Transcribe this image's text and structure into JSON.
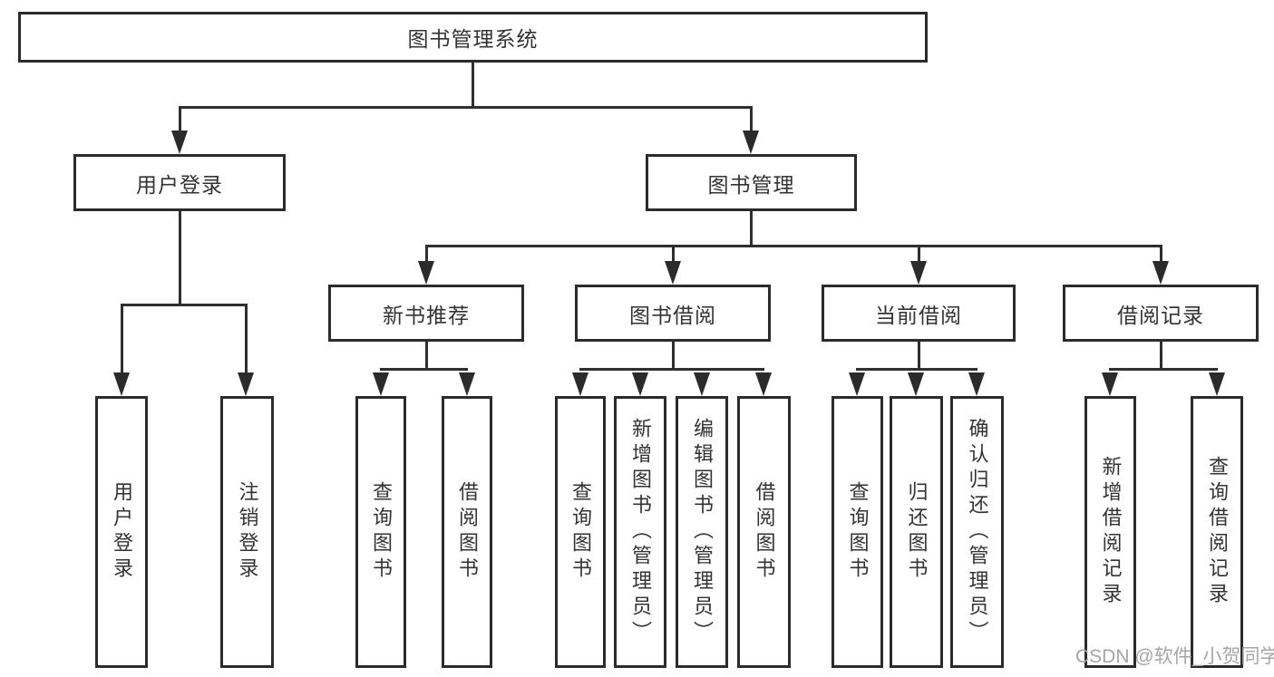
{
  "diagram": {
    "nodes": {
      "root": {
        "label": "图书管理系统"
      },
      "user_login": {
        "label": "用户登录"
      },
      "book_mgmt": {
        "label": "图书管理"
      },
      "new_book_rec": {
        "label": "新书推荐"
      },
      "book_borrow": {
        "label": "图书借阅"
      },
      "current_borrow": {
        "label": "当前借阅"
      },
      "borrow_record": {
        "label": "借阅记录"
      },
      "leaves": {
        "user_login": {
          "label": "用户登录"
        },
        "logout": {
          "label": "注销登录"
        },
        "rec_query_book": {
          "label": "查询图书"
        },
        "rec_borrow_book": {
          "label": "借阅图书"
        },
        "bb_query_book": {
          "label": "查询图书"
        },
        "bb_add_book_admin": {
          "label": "新增图书（管理员）"
        },
        "bb_edit_book_admin": {
          "label": "编辑图书（管理员）"
        },
        "bb_borrow_book": {
          "label": "借阅图书"
        },
        "cb_query_book": {
          "label": "查询图书"
        },
        "cb_return_book": {
          "label": "归还图书"
        },
        "cb_confirm_return_admin": {
          "label": "确认归还（管理员）"
        },
        "br_add_record": {
          "label": "新增借阅记录"
        },
        "br_query_record": {
          "label": "查询借阅记录"
        }
      }
    },
    "edges": [
      {
        "from": "图书管理系统",
        "to": [
          "用户登录",
          "图书管理"
        ]
      },
      {
        "from": "用户登录",
        "to": [
          "用户登录",
          "注销登录"
        ]
      },
      {
        "from": "图书管理",
        "to": [
          "新书推荐",
          "图书借阅",
          "当前借阅",
          "借阅记录"
        ]
      },
      {
        "from": "新书推荐",
        "to": [
          "查询图书",
          "借阅图书"
        ]
      },
      {
        "from": "图书借阅",
        "to": [
          "查询图书",
          "新增图书（管理员）",
          "编辑图书（管理员）",
          "借阅图书"
        ]
      },
      {
        "from": "当前借阅",
        "to": [
          "查询图书",
          "归还图书",
          "确认归还（管理员）"
        ]
      },
      {
        "from": "借阅记录",
        "to": [
          "新增借阅记录",
          "查询借阅记录"
        ]
      }
    ],
    "colors": {
      "line": "#2f2f2f",
      "box_border": "#2b2b2b",
      "box_fill": "#ffffff",
      "text": "#333333",
      "watermark": "#a6a6a6",
      "background": "#ffffff"
    },
    "watermark": {
      "text": "CSDN @软件_小贺同学"
    }
  }
}
